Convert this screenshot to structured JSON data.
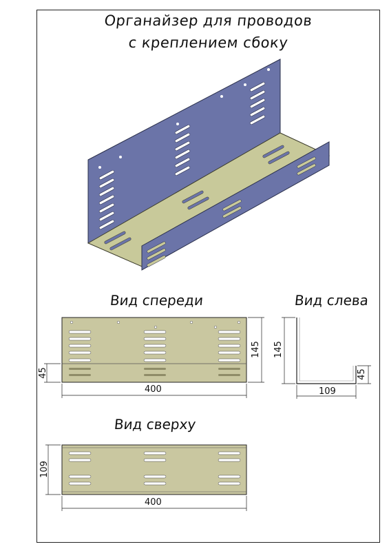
{
  "title": {
    "line1": "Органайзер для проводов",
    "line2": "с креплением сбоку"
  },
  "views": {
    "front": {
      "label": "Вид спереди",
      "width": "400",
      "height": "145",
      "base": "45"
    },
    "left": {
      "label": "Вид слева",
      "height": "145",
      "depth": "109",
      "lip": "45"
    },
    "top": {
      "label": "Вид сверху",
      "width": "400",
      "depth": "109"
    }
  },
  "colors": {
    "back_panel": "#6b74a8",
    "tray": "#c8c99a",
    "drawing_fill": "#c9c7a0",
    "line": "#222222"
  }
}
